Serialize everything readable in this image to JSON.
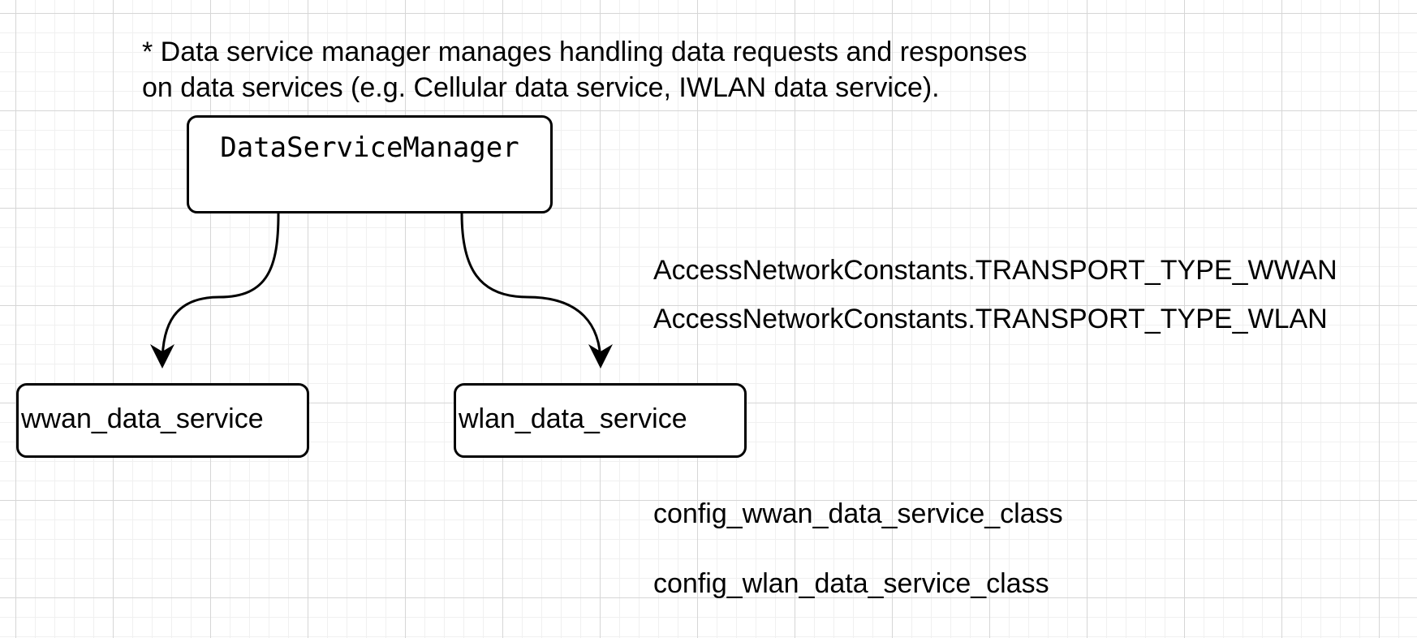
{
  "note": {
    "line1": "* Data service manager manages handling data requests and responses",
    "line2": "on data services (e.g.  Cellular data service, IWLAN data service)."
  },
  "nodes": {
    "manager": "DataServiceManager",
    "wwan": "wwan_data_service",
    "wlan": "wlan_data_service"
  },
  "labels": {
    "transport_wwan": "AccessNetworkConstants.TRANSPORT_TYPE_WWAN",
    "transport_wlan": "AccessNetworkConstants.TRANSPORT_TYPE_WLAN",
    "config_wwan": "config_wwan_data_service_class",
    "config_wlan": "config_wlan_data_service_class"
  },
  "edges": [
    {
      "from": "DataServiceManager",
      "to": "wwan_data_service"
    },
    {
      "from": "DataServiceManager",
      "to": "wlan_data_service"
    }
  ],
  "colors": {
    "stroke": "#000000",
    "grid_major": "#d6d6d6",
    "grid_minor": "#f0f0f0",
    "background": "#ffffff"
  }
}
